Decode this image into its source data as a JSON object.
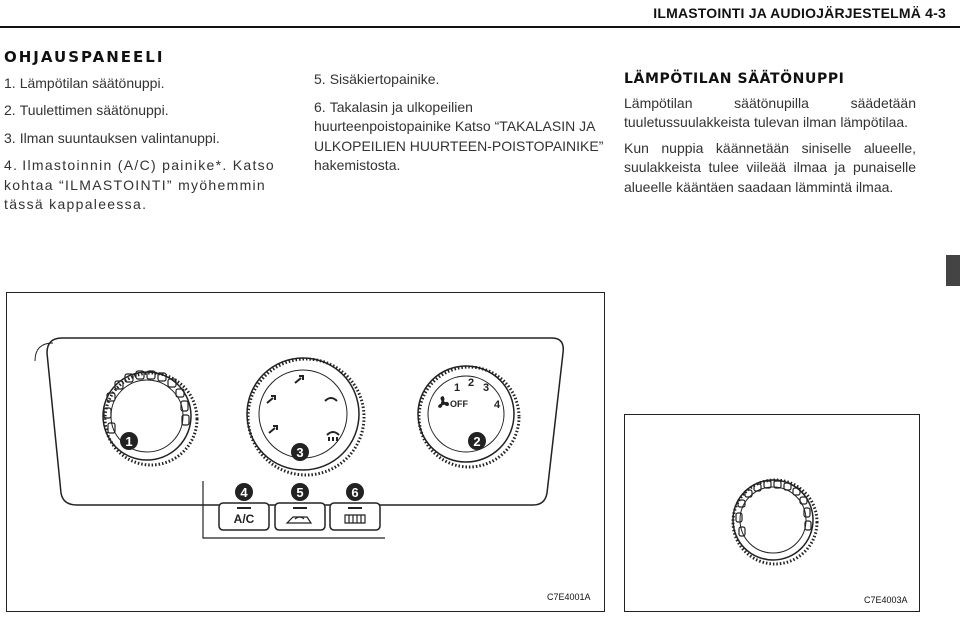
{
  "header": {
    "title": "ILMASTOINTI JA AUDIOJÄRJESTELMÄ 4-3"
  },
  "section1": {
    "title": "OHJAUSPANEELI",
    "items": [
      {
        "num": "1.",
        "text": "Lämpötilan säätönuppi."
      },
      {
        "num": "2.",
        "text": "Tuulettimen säätönuppi."
      },
      {
        "num": "3.",
        "text": "Ilman suuntauksen valintanuppi."
      },
      {
        "num": "4.",
        "text": "Ilmastoinnin (A/C) painike*. Katso kohtaa “ILMASTOINTI” myöhemmin tässä kappaleessa."
      },
      {
        "num": "5.",
        "text": "Sisäkiertopainike."
      },
      {
        "num": "6.",
        "text": "Takalasin ja ulkopeilien huurteenpoistopainike Katso “TAKALASIN JA ULKOPEILIEN HUURTEEN-POISTOPAINIKE” hakemistosta."
      }
    ]
  },
  "section2": {
    "title": "LÄMPÖTILAN SÄÄTÖNUPPI",
    "paragraphs": [
      "Lämpötilan säätönupilla säädetään tuuletussuulakkeista tulevan ilman lämpötilaa.",
      "Kun nuppia käännetään siniselle alueelle, suulakkeista tulee viileää ilmaa ja punaiselle alueelle kääntäen saadaan lämmintä ilmaa."
    ]
  },
  "figure1": {
    "code": "C7E4001A",
    "callouts": [
      "1",
      "2",
      "3",
      "4",
      "5",
      "6"
    ],
    "fan_labels": {
      "off": "OFF",
      "s1": "1",
      "s2": "2",
      "s3": "3",
      "s4": "4"
    },
    "ac_label": "A/C"
  },
  "figure2": {
    "code": "C7E4003A"
  }
}
